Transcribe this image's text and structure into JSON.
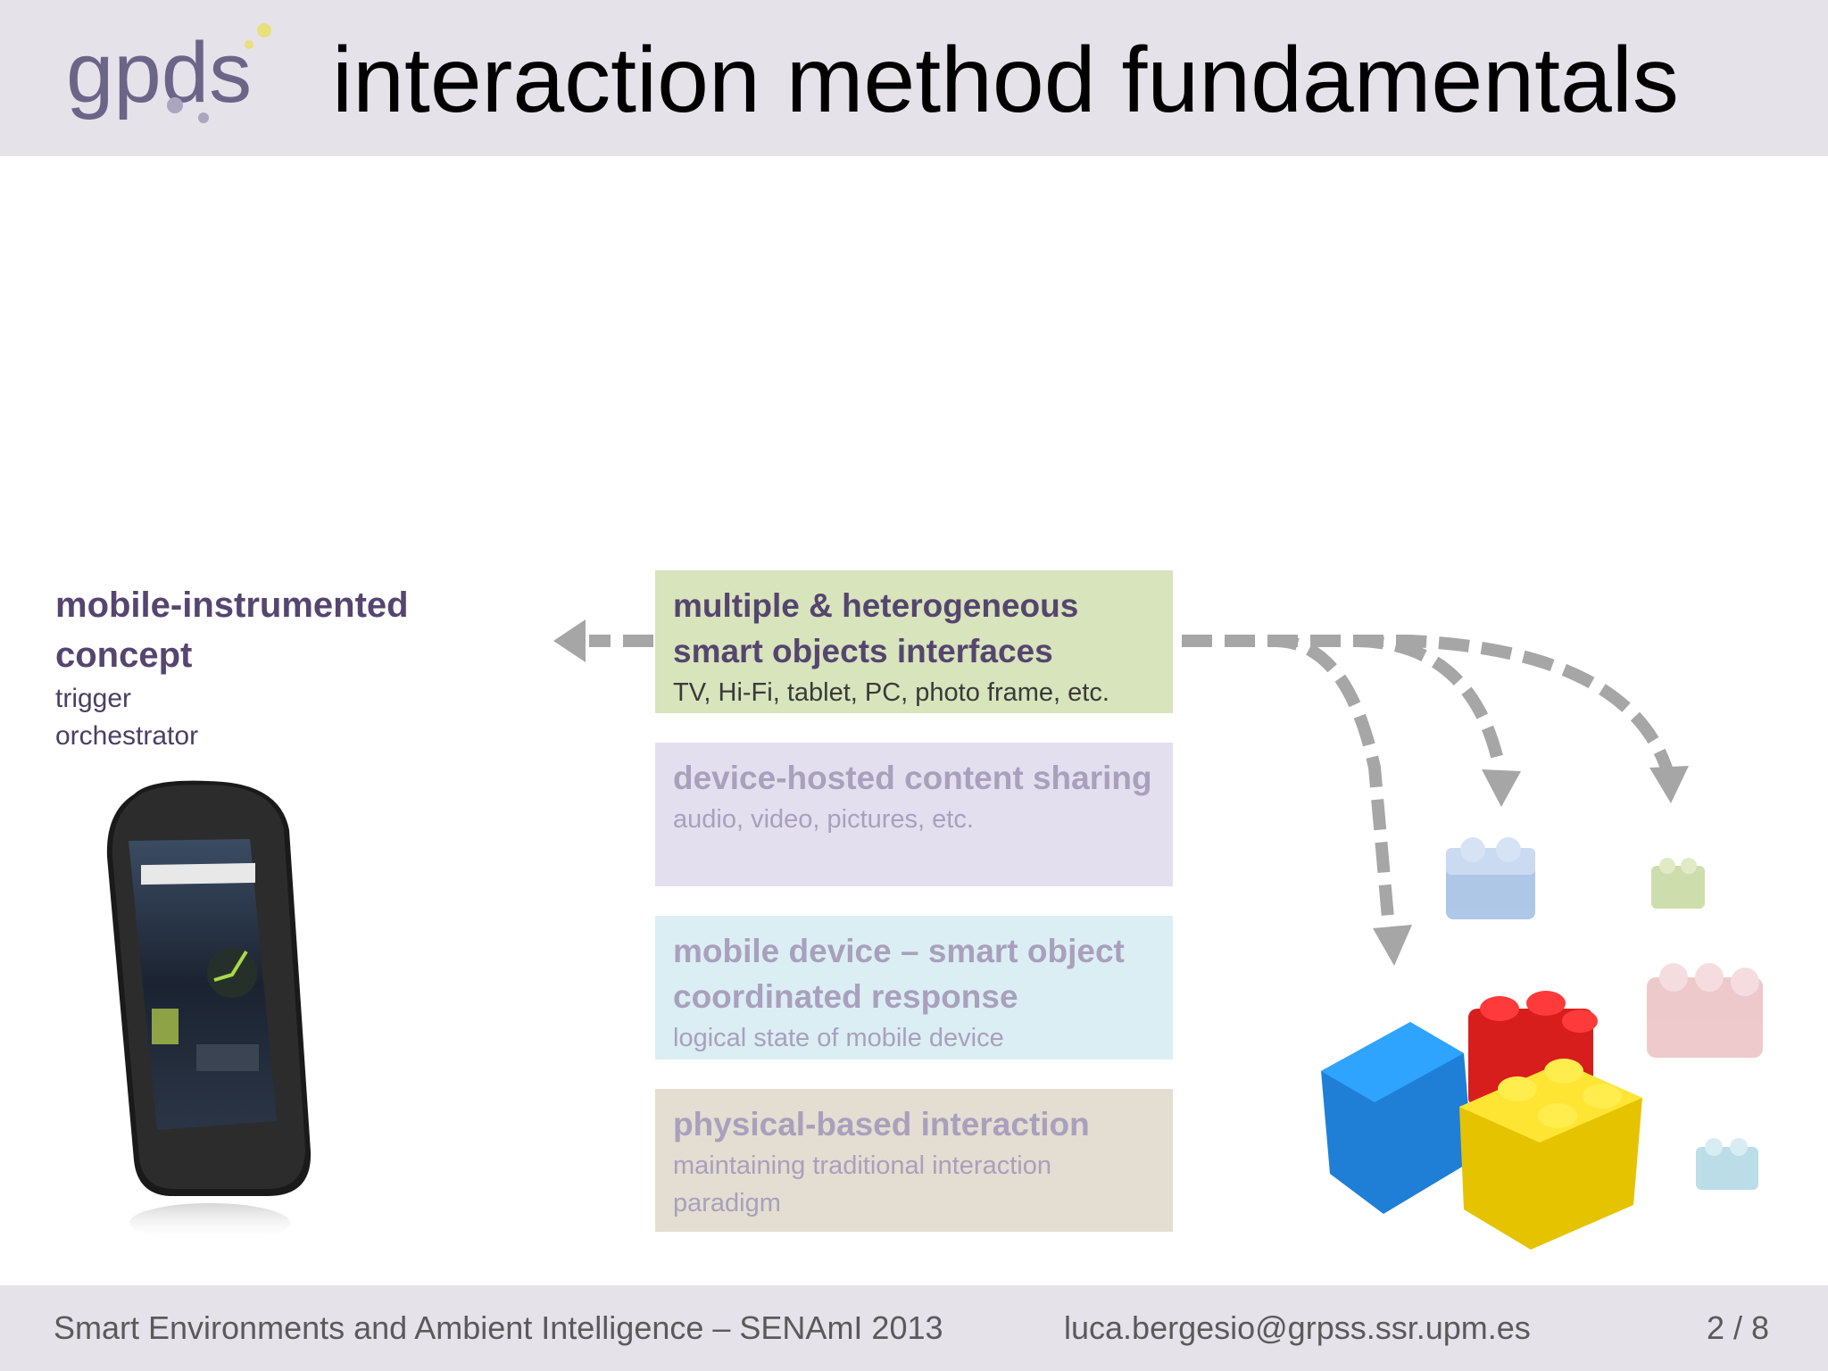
{
  "header": {
    "logo_text": "gpds",
    "title": "interaction method fundamentals"
  },
  "concept": {
    "title": "mobile-instrumented concept",
    "lines": [
      "trigger",
      "orchestrator"
    ]
  },
  "boxes": [
    {
      "title": "multiple & heterogeneous smart objects interfaces",
      "subtitle": "TV, Hi-Fi, tablet, PC, photo frame, etc.",
      "color": "#d8e4bc"
    },
    {
      "title": "device-hosted content sharing",
      "subtitle": "audio, video, pictures, etc.",
      "color": "#e4dfee"
    },
    {
      "title": "mobile device – smart object coordinated response",
      "subtitle": "logical state of mobile device",
      "color": "#dbeef4"
    },
    {
      "title": "physical-based interaction",
      "subtitle": "maintaining traditional interaction paradigm",
      "color": "#e3ded1"
    }
  ],
  "images": {
    "phone": "smartphone-image",
    "blocks": "building-blocks-image"
  },
  "footer": {
    "event": "Smart Environments and Ambient Intelligence – SENAmI 2013",
    "email": "luca.bergesio@grpss.ssr.upm.es",
    "page": "2 / 8"
  },
  "colors": {
    "header_bg": "#e5e2ea",
    "accent_purple": "#55456f",
    "arrow_gray": "#a6a6a6"
  }
}
